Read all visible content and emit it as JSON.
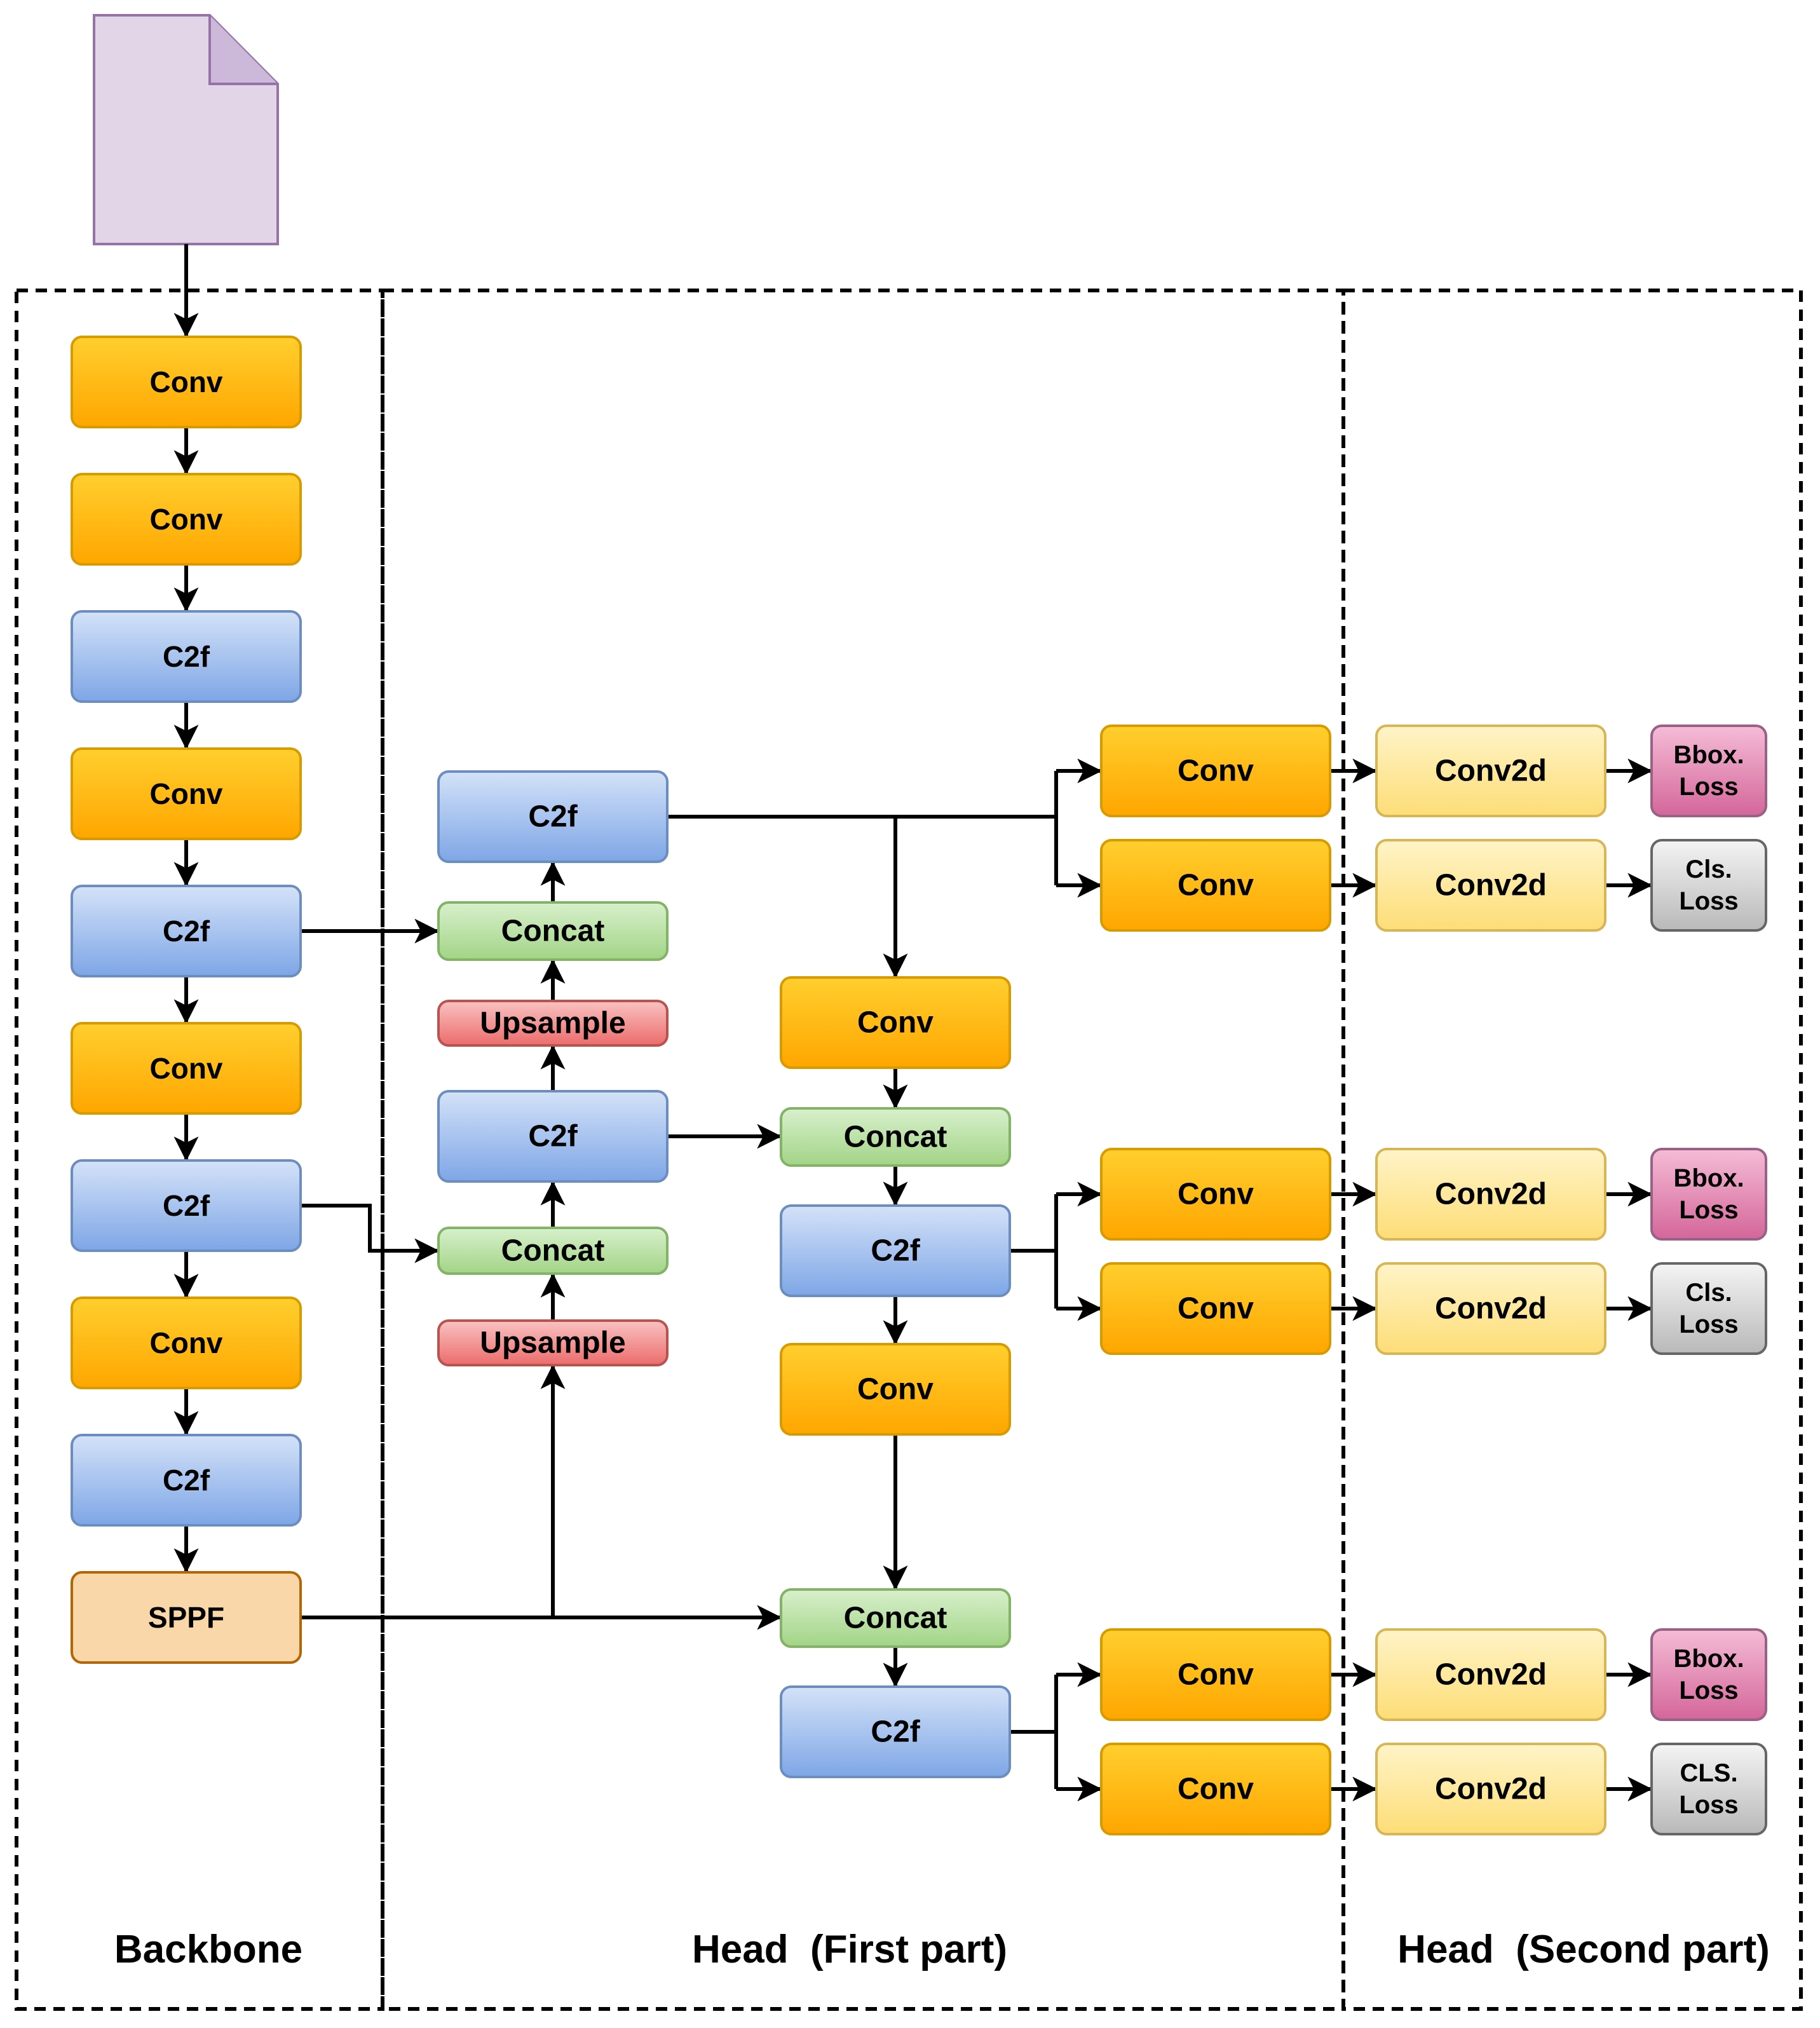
{
  "colors": {
    "conv": "#ffb81c",
    "c2f": "#9cbbea",
    "concat": "#b7dda0",
    "upsample": "#f08e8e",
    "sppf": "#fad7a8",
    "conv2d": "#fde69b",
    "bbox_loss": "#e07bab",
    "cls_loss": "#d3d3d3",
    "input_doc": "#e1d5e7"
  },
  "regions": {
    "backbone": "Backbone",
    "head_first": "Head  (First part)",
    "head_second": "Head  (Second part)"
  },
  "nodes": {
    "b_conv1": "Conv",
    "b_conv2": "Conv",
    "b_c2f1": "C2f",
    "b_conv3": "Conv",
    "b_c2f2": "C2f",
    "b_conv4": "Conv",
    "b_c2f3": "C2f",
    "b_conv5": "Conv",
    "b_c2f4": "C2f",
    "b_sppf": "SPPF",
    "h_c2f_top": "C2f",
    "h_concat1": "Concat",
    "h_upsample1": "Upsample",
    "h_c2f_mid": "C2f",
    "h_concat2": "Concat",
    "h_upsample2": "Upsample",
    "h_conv_a": "Conv",
    "h_concat3": "Concat",
    "h_c2f_b": "C2f",
    "h_conv_b": "Conv",
    "h_concat4": "Concat",
    "h_c2f_c": "C2f",
    "s1_conv_a": "Conv",
    "s1_conv_b": "Conv",
    "s1_conv2d_a": "Conv2d",
    "s1_conv2d_b": "Conv2d",
    "s1_bbox": [
      "Bbox.",
      "Loss"
    ],
    "s1_cls": [
      "Cls.",
      "Loss"
    ],
    "s2_conv_a": "Conv",
    "s2_conv_b": "Conv",
    "s2_conv2d_a": "Conv2d",
    "s2_conv2d_b": "Conv2d",
    "s2_bbox": [
      "Bbox.",
      "Loss"
    ],
    "s2_cls": [
      "Cls.",
      "Loss"
    ],
    "s3_conv_a": "Conv",
    "s3_conv_b": "Conv",
    "s3_conv2d_a": "Conv2d",
    "s3_conv2d_b": "Conv2d",
    "s3_bbox": [
      "Bbox.",
      "Loss"
    ],
    "s3_cls": [
      "CLS.",
      "Loss"
    ]
  }
}
